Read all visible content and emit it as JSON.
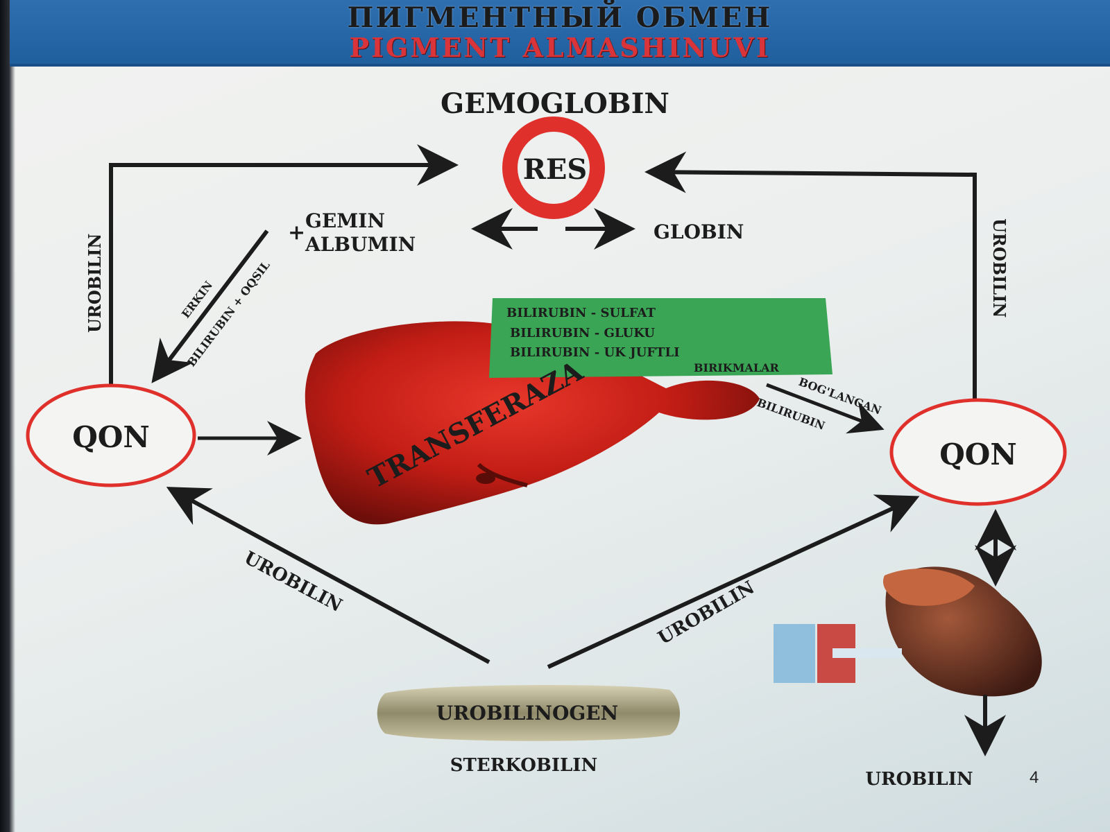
{
  "header": {
    "title_ru": "ПИГМЕНТНЫЙ ОБМЕН",
    "title_uz": "PIGMENT ALMASHINUVI"
  },
  "nodes": {
    "gemoglobin": "GEMOGLOBIN",
    "res": "RES",
    "gemin": "GEMIN",
    "albumin": "ALBUMIN",
    "plus": "+",
    "globin": "GLOBIN",
    "qon_left": "QON",
    "qon_right": "QON",
    "urobilinogen": "UROBILINOGEN",
    "sterkobilin": "STERKOBILIN",
    "urobilin_bottom": "UROBILIN"
  },
  "edges": {
    "urobilin_left": "UROBILIN",
    "urobilin_right": "UROBILIN",
    "urobilin_diag_left": "UROBILIN",
    "urobilin_diag_right": "UROBILIN",
    "erkin": "ERKIN",
    "bilirubin_oqsil": "BILIRUBIN + OQSIL",
    "boglangan": "BOG'LANGAN",
    "bilirubin": "BILIRUBIN",
    "transferaza": "TRANSFERAZA"
  },
  "green_box": {
    "lines": [
      "BILIRUBIN - SULFAT",
      "BILIRUBIN - GLUKU",
      "BILIRUBIN - UK JUFTLI"
    ],
    "line4": "BIRIKMALAR"
  },
  "page_number": "4",
  "colors": {
    "header_bg": "#2a6aab",
    "title_uz": "#d8343a",
    "ring_red": "#e0302c",
    "green_box": "#3aa655",
    "liver": "#b81c14"
  }
}
